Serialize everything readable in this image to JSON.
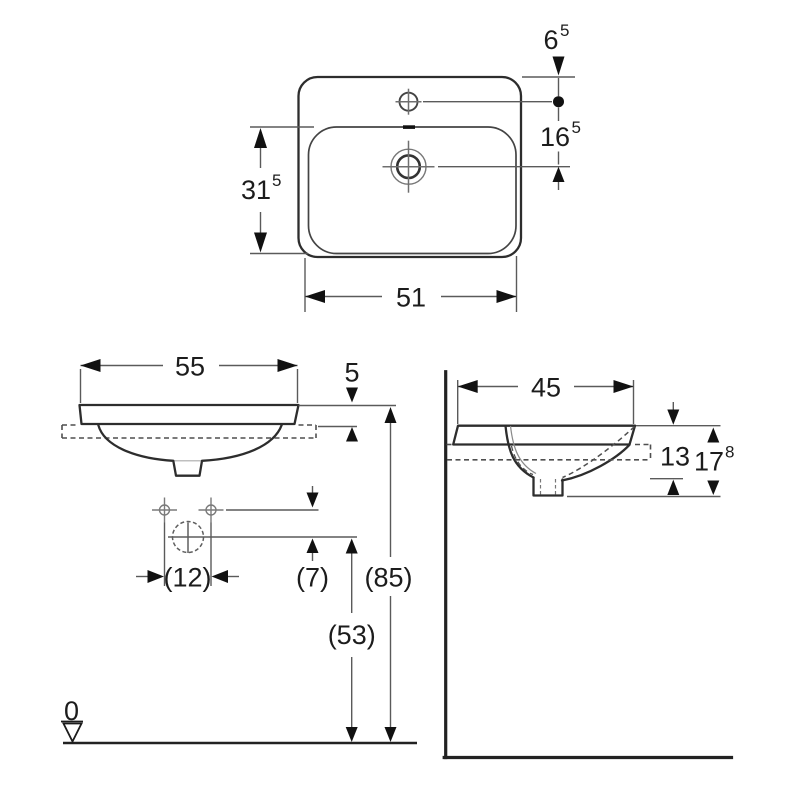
{
  "drawing": {
    "type": "washbasin-technical-drawing",
    "line_color": "#2d2d2d",
    "dim_color": "#5a5a5a",
    "background": "#ffffff"
  },
  "dims": {
    "top": {
      "width": "51",
      "depth_base": "31",
      "depth_sup": "5",
      "tap_base": "6",
      "tap_sup": "5",
      "tapdrain_base": "16",
      "tapdrain_sup": "5"
    },
    "front": {
      "width": "55",
      "rim": "5",
      "fixing": "(12)",
      "fixdrain": "(7)",
      "height": "(85)",
      "drainheight": "(53)",
      "datum": "0"
    },
    "side": {
      "depth": "45",
      "bowl": "13",
      "height_base": "17",
      "height_sup": "8"
    }
  }
}
